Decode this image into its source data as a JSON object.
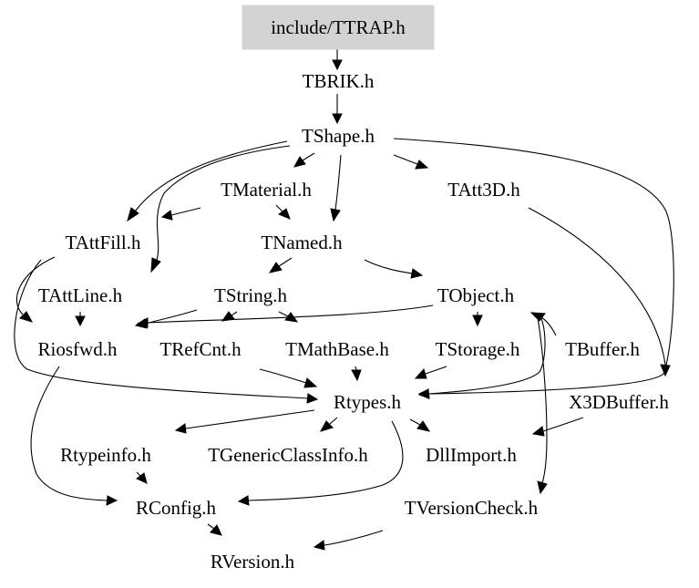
{
  "graph": {
    "root": "include/TTRAP.h",
    "root_fill": "#d3d3d3",
    "line_color": "#000000",
    "nodes": {
      "ttrap": "include/TTRAP.h",
      "tbrik": "TBRIK.h",
      "tshape": "TShape.h",
      "tmaterial": "TMaterial.h",
      "tatt3d": "TAtt3D.h",
      "tattfill": "TAttFill.h",
      "tnamed": "TNamed.h",
      "tattline": "TAttLine.h",
      "tstring": "TString.h",
      "tobject": "TObject.h",
      "riosfwd": "Riosfwd.h",
      "trefcnt": "TRefCnt.h",
      "tmathbase": "TMathBase.h",
      "tstorage": "TStorage.h",
      "tbuffer": "TBuffer.h",
      "rtypes": "Rtypes.h",
      "x3dbuffer": "X3DBuffer.h",
      "rtypeinfo": "Rtypeinfo.h",
      "tgenericclassinfo": "TGenericClassInfo.h",
      "dllimport": "DllImport.h",
      "rconfig": "RConfig.h",
      "tversioncheck": "TVersionCheck.h",
      "rversion": "RVersion.h"
    }
  }
}
